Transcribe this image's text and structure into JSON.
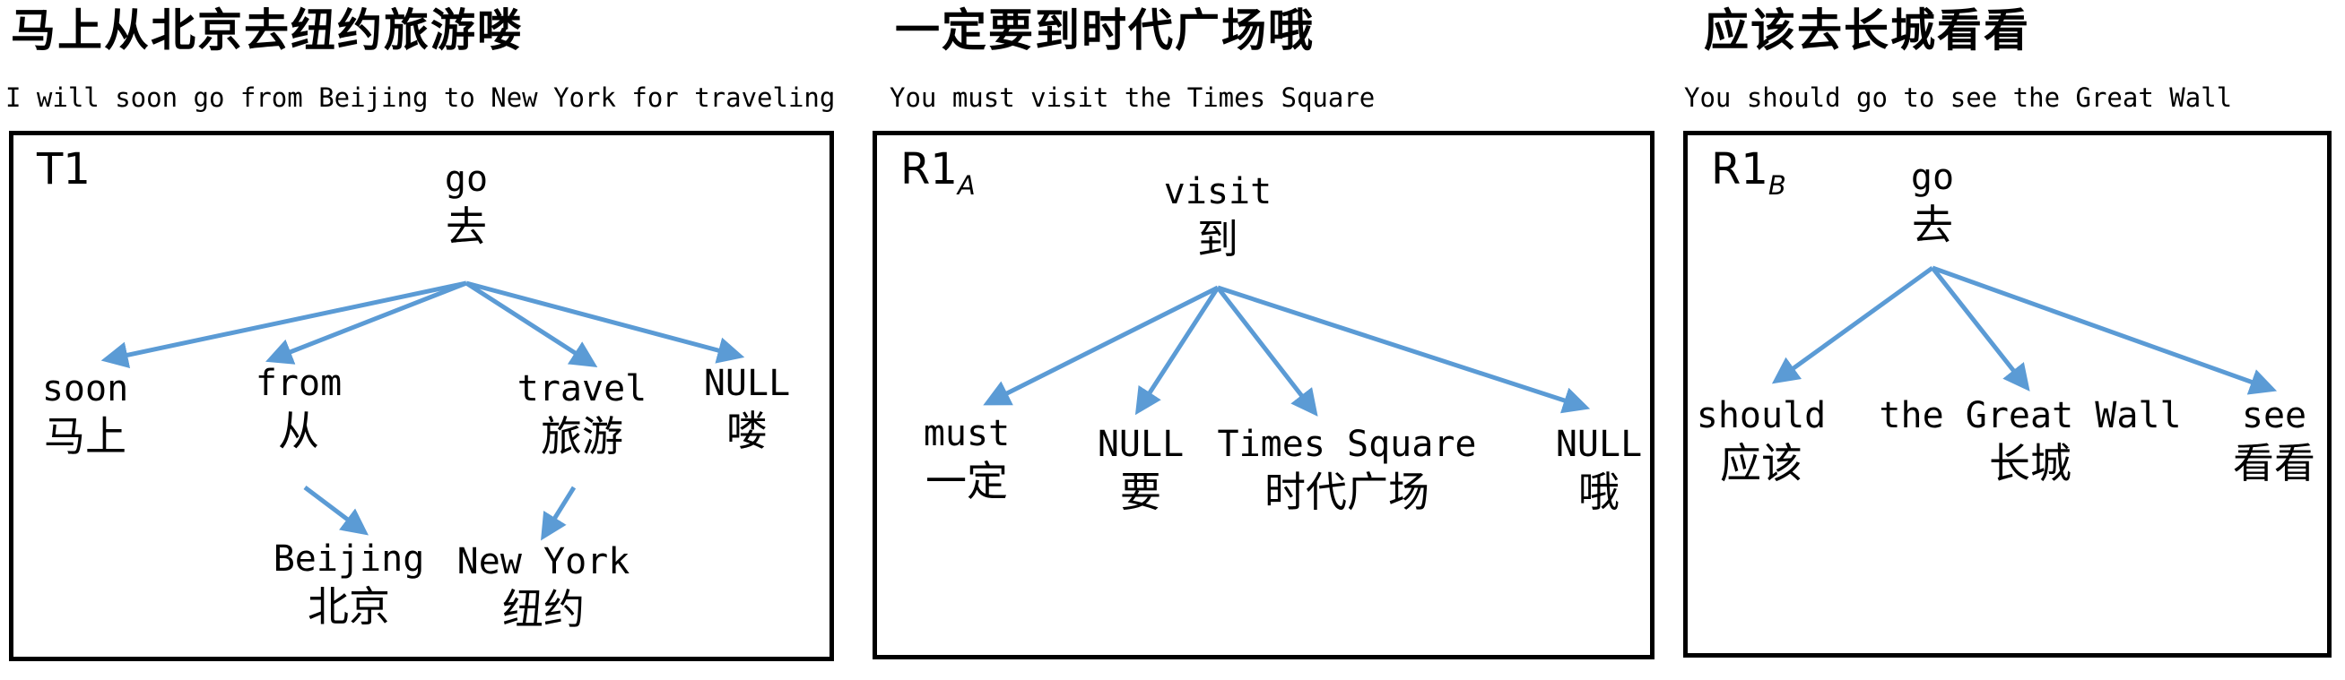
{
  "figure": {
    "background": "#ffffff",
    "arrow_color": "#5B9BD5",
    "border_color": "#000000",
    "text_color": "#000000"
  },
  "panels": [
    {
      "box_label": "T1",
      "box_label_sub": "",
      "title_zh": "马上从北京去纽约旅游喽",
      "subtitle_en": "I will soon go from Beijing to New York for traveling",
      "root": {
        "en": "go",
        "zh": "去"
      },
      "children": [
        {
          "en": "soon",
          "zh": "马上"
        },
        {
          "en": "from",
          "zh": "从"
        },
        {
          "en": "travel",
          "zh": "旅游"
        },
        {
          "en": "NULL",
          "zh": "喽"
        }
      ],
      "grandchildren": [
        {
          "en": "Beijing",
          "zh": "北京",
          "parent": "from"
        },
        {
          "en": "New York",
          "zh": "纽约",
          "parent": "travel"
        }
      ]
    },
    {
      "box_label": "R1",
      "box_label_sub": "A",
      "title_zh": "一定要到时代广场哦",
      "subtitle_en": "You must visit the Times Square",
      "root": {
        "en": "visit",
        "zh": "到"
      },
      "children": [
        {
          "en": "must",
          "zh": "一定"
        },
        {
          "en": "NULL",
          "zh": "要"
        },
        {
          "en": "Times Square",
          "zh": "时代广场"
        },
        {
          "en": "NULL",
          "zh": "哦"
        }
      ],
      "grandchildren": []
    },
    {
      "box_label": "R1",
      "box_label_sub": "B",
      "title_zh": "应该去长城看看",
      "subtitle_en": "You should go to see the Great Wall",
      "root": {
        "en": "go",
        "zh": "去"
      },
      "children": [
        {
          "en": "should",
          "zh": "应该"
        },
        {
          "en": "the Great Wall",
          "zh": "长城"
        },
        {
          "en": "see",
          "zh": "看看"
        }
      ],
      "grandchildren": []
    }
  ]
}
